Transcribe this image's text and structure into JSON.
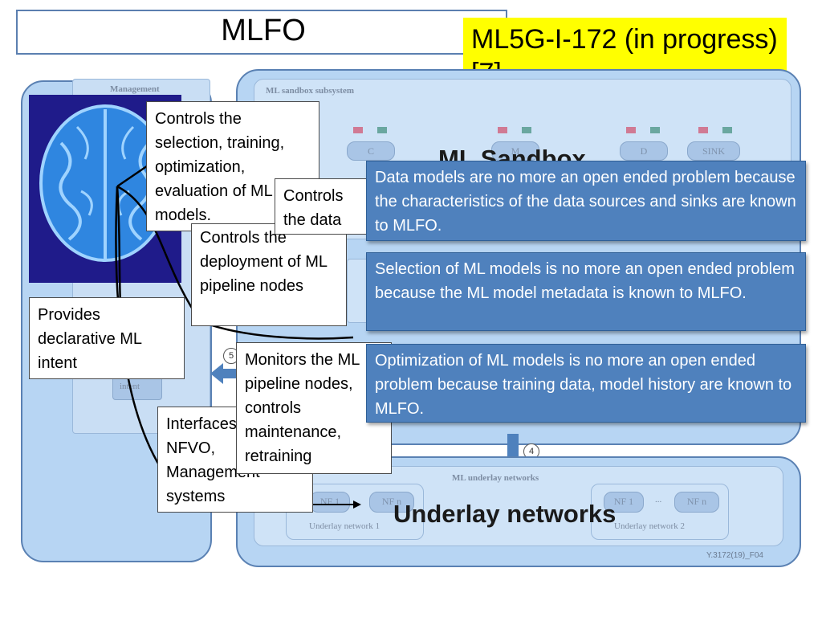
{
  "title": "MLFO",
  "ref": "ML5G-I-172 (in progress)  [7]",
  "diagram": {
    "management_label": "Management",
    "sandbox_subsystem_label": "ML sandbox subsystem",
    "sandbox_overlay": "ML Sandbox",
    "underlay_overlay": "Underlay networks",
    "underlay_subsystem_label": "ML underlay networks",
    "sandbox_nodes": [
      "C",
      "M",
      "D",
      "SINK"
    ],
    "underlay_network_1": "Underlay network 1",
    "underlay_network_2": "Underlay network 2",
    "nf1_label": "NF 1",
    "nfn_label": "NF n",
    "ellipsis": "...",
    "intent_label": "intent",
    "badge_4": "4",
    "badge_5": "5",
    "figure_id": "Y.3172(19)_F04"
  },
  "callouts": {
    "selection_training": "Controls the selection, training, optimization, evaluation of ML models.",
    "data_handling": "Controls the data handling",
    "deployment": "Controls the deployment of ML pipeline nodes",
    "intent": "Provides declarative ML intent",
    "monitors": "Monitors the ML pipeline nodes, controls maintenance, retraining",
    "interfaces": "Interfaces with the NFVO, Management systems"
  },
  "info_boxes": {
    "data_models": "Data models are no more an open ended problem because the characteristics of the data sources and sinks are known to MLFO.",
    "selection": "Selection of ML models is no more an open ended problem because the ML model metadata is known to MLFO.",
    "optimization": "Optimization of ML models is no more an open ended problem because training data, model history are known to MLFO."
  },
  "colors": {
    "panel": "#b7d5f3",
    "info_box": "#4f81bd",
    "ref_highlight": "#ffff00",
    "brain_bg": "#1f1b8a"
  }
}
